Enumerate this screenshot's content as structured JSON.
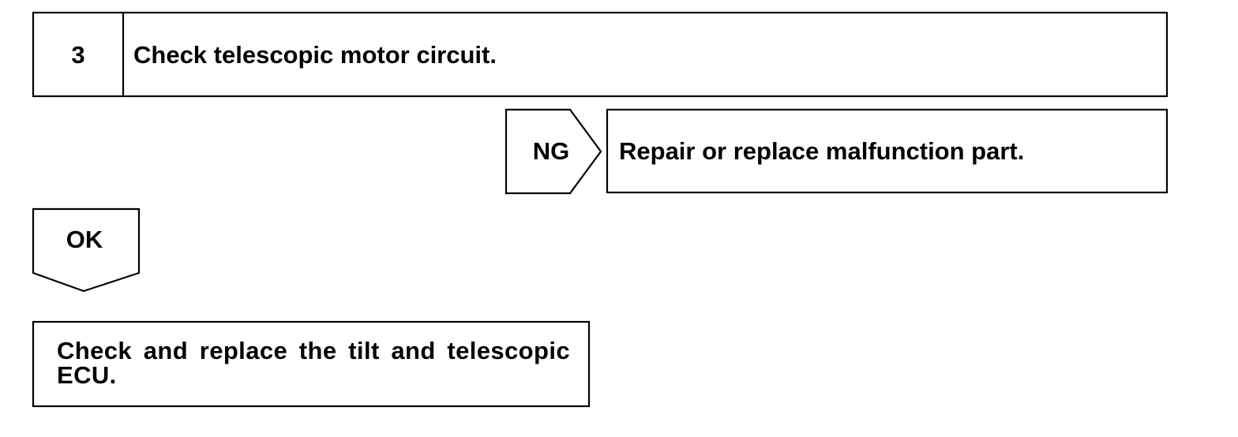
{
  "step": {
    "number": "3",
    "title": "Check telescopic motor circuit."
  },
  "ng_branch": {
    "label": "NG",
    "action": "Repair or replace malfunction part."
  },
  "ok_branch": {
    "label": "OK",
    "action": "Check and replace the tilt and telescopic ECU."
  }
}
